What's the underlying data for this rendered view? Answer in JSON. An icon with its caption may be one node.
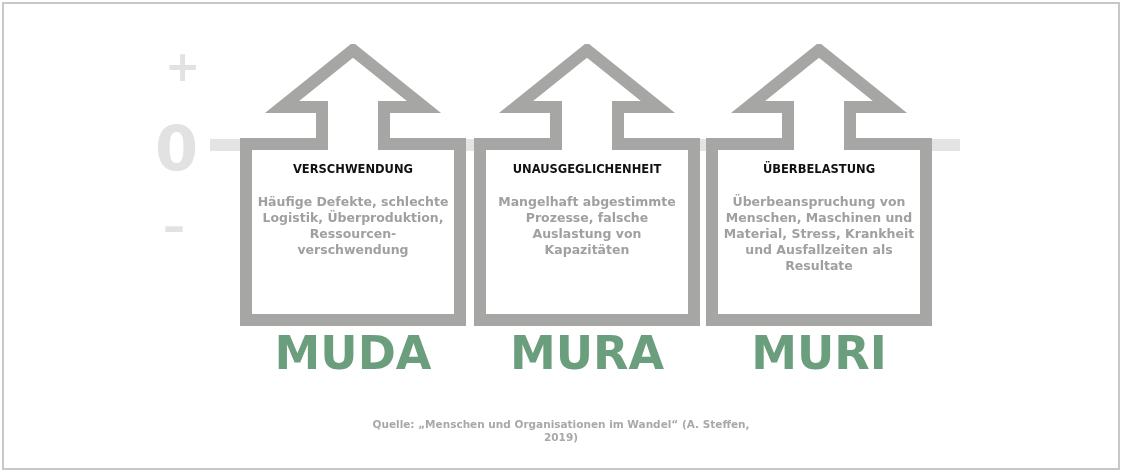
{
  "diagram": {
    "caption": "Quelle: „Menschen und Organisationen im Wandel“ (A. Steffen, 2019)",
    "nodes": [
      {
        "text": [
          "VERSCHWENDUNG",
          "Häufige Defekte, schlechte Logistik, Überproduktion, Ressourcen- verschwendung"
        ],
        "beside": [
          "MUDA"
        ]
      },
      {
        "text": [
          "UNAUSGEGLICHENHEIT",
          "Mangelhaft abgestimmte Prozesse, falsche Auslastung von Kapazitäten"
        ],
        "beside": [
          "MURA"
        ]
      },
      {
        "text": [
          "ÜBERBELASTUNG",
          "Überbeanspruchung von Menschen, Maschinen und Material, Stress, Krankheit und Ausfallzeiten als Resultate"
        ],
        "beside": [
          "MURI"
        ]
      }
    ],
    "labels": [
      "+",
      "0",
      "–"
    ]
  }
}
